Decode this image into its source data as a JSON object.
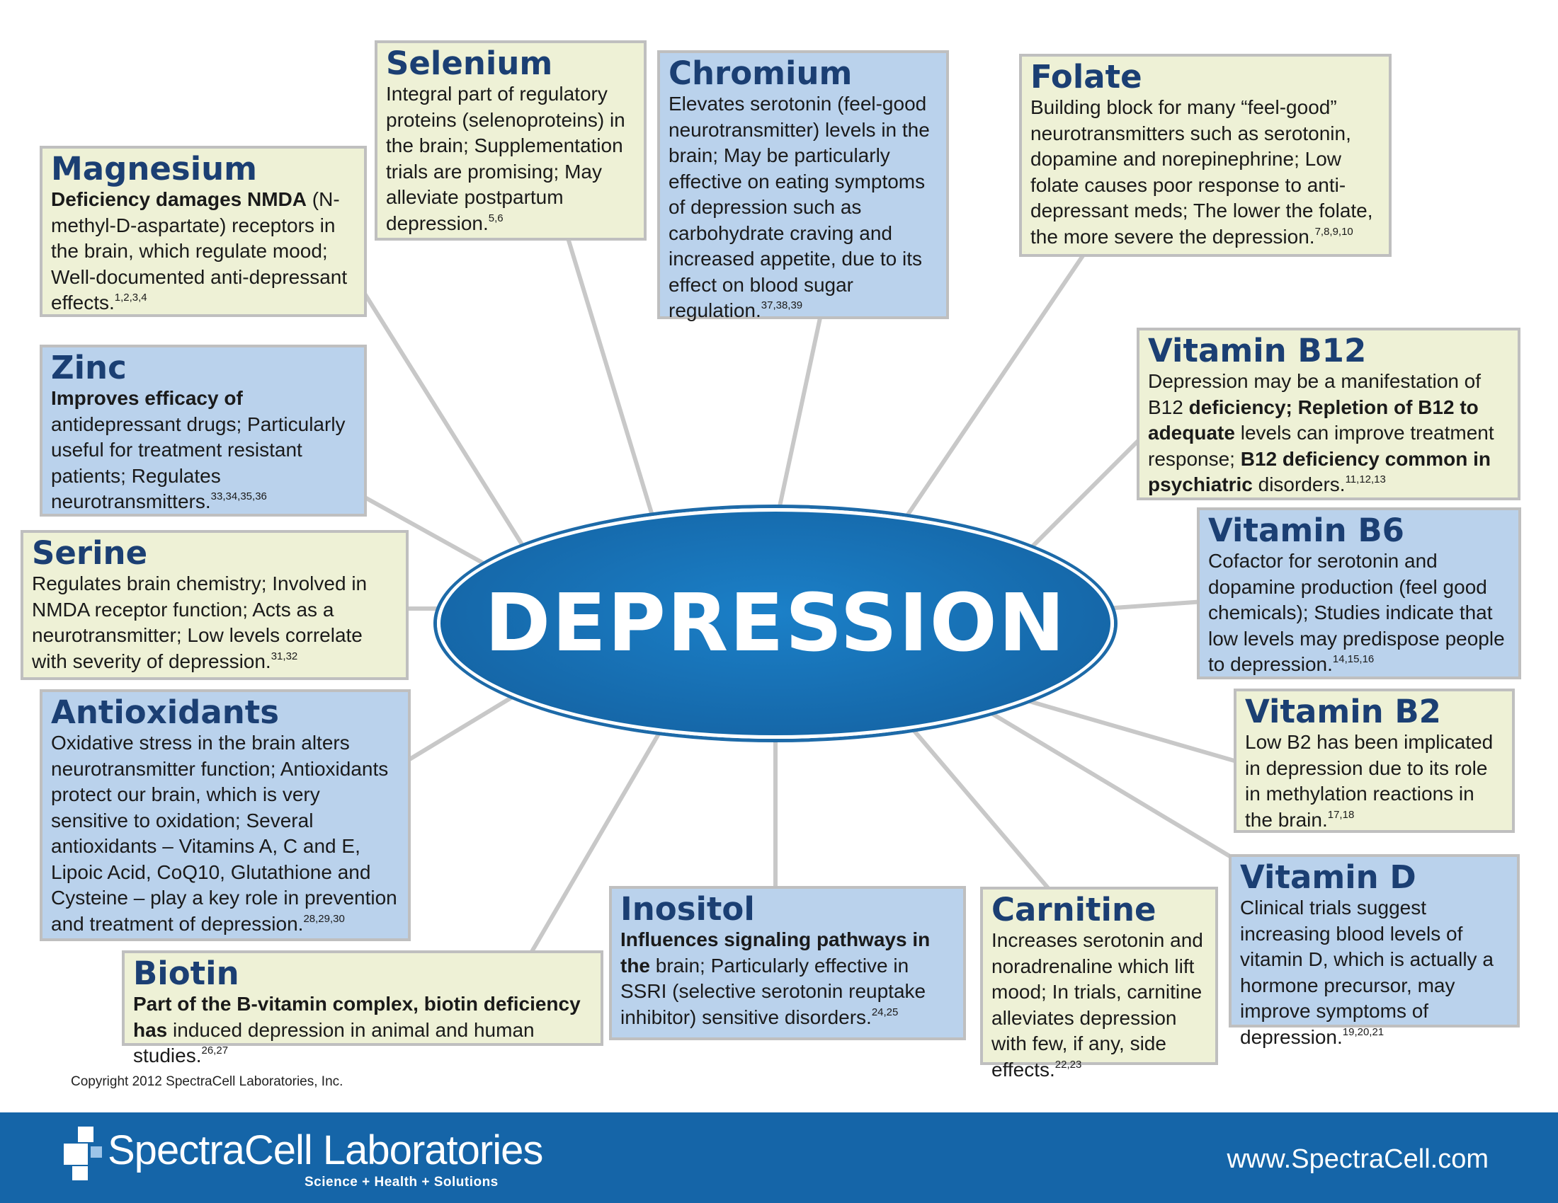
{
  "hub": {
    "label": "DEPRESSION"
  },
  "nodes": {
    "magnesium": {
      "title": "Magnesium",
      "bold": "Deficiency damages NMDA",
      "text": "(N-methyl-D-aspartate) receptors in the brain, which regulate mood; Well-documented anti-depressant effects.",
      "refs": "1,2,3,4"
    },
    "selenium": {
      "title": "Selenium",
      "text": "Integral part of regulatory proteins (selenoproteins) in the brain; Supplementation trials are promising; May alleviate postpartum depression.",
      "refs": "5,6"
    },
    "chromium": {
      "title": "Chromium",
      "text": "Elevates serotonin (feel-good neurotransmitter) levels in the brain; May be particularly effective on eating symptoms of depression such as carbohydrate craving and increased appetite, due to its effect on blood sugar regulation.",
      "refs": "37,38,39"
    },
    "folate": {
      "title": "Folate",
      "text": "Building block for many “feel-good” neurotransmitters such as serotonin, dopamine and norepinephrine; Low folate causes poor response to anti-depressant meds; The lower the folate, the more severe the depression.",
      "refs": "7,8,9,10"
    },
    "vitamin_b12": {
      "title": "Vitamin B12",
      "text1": "Depression may be a manifestation of B12",
      "bold1": "deficiency; Repletion of B12 to adequate",
      "text2": "levels can improve treatment response;",
      "bold2": "B12 deficiency common in psychiatric",
      "text3": "disorders.",
      "refs": "11,12,13"
    },
    "zinc": {
      "title": "Zinc",
      "bold": "Improves efficacy of",
      "text": "antidepressant drugs; Particularly useful for treatment resistant patients; Regulates neurotransmitters.",
      "refs": "33,34,35,36"
    },
    "serine": {
      "title": "Serine",
      "text": "Regulates brain chemistry; Involved in NMDA receptor function; Acts as a neurotransmitter; Low levels correlate with severity of depression.",
      "refs": "31,32"
    },
    "vitamin_b6": {
      "title": "Vitamin B6",
      "text": "Cofactor for serotonin and dopamine production (feel good chemicals); Studies indicate that low levels may predispose people to depression.",
      "refs": "14,15,16"
    },
    "antioxidants": {
      "title": "Antioxidants",
      "text": "Oxidative stress in the brain alters neurotransmitter function; Antioxidants protect our brain, which is very sensitive to oxidation; Several antioxidants – Vitamins A, C and E, Lipoic Acid, CoQ10, Glutathione and Cysteine – play a key role in prevention and treatment of depression.",
      "refs": "28,29,30"
    },
    "vitamin_b2": {
      "title": "Vitamin B2",
      "text": "Low B2 has been implicated in depression due to its role in methylation reactions in the brain.",
      "refs": "17,18"
    },
    "biotin": {
      "title": "Biotin",
      "bold": "Part of the B-vitamin complex, biotin deficiency has",
      "text": "induced depression in animal and human studies.",
      "refs": "26,27"
    },
    "inositol": {
      "title": "Inositol",
      "bold": "Influences signaling pathways in the",
      "text": "brain; Particularly effective in SSRI (selective serotonin reuptake inhibitor) sensitive disorders.",
      "refs": "24,25"
    },
    "carnitine": {
      "title": "Carnitine",
      "text": "Increases serotonin and noradrenaline which lift mood; In trials, carnitine alleviates depression with few, if any, side effects.",
      "refs": "22,23"
    },
    "vitamin_d": {
      "title": "Vitamin D",
      "text": "Clinical trials suggest increasing blood levels of vitamin D, which is actually a hormone precursor, may improve symptoms of depression.",
      "refs": "19,20,21"
    }
  },
  "footer": {
    "copyright": "Copyright 2012 SpectraCell Laboratories, Inc.",
    "brand": "SpectraCell Laboratories",
    "tagline": "Science + Health + Solutions",
    "url": "www.SpectraCell.com"
  },
  "colors": {
    "yellow_box": "#eef1d6",
    "blue_box": "#bad2ec",
    "title_text": "#1b3f73",
    "hub_fill": "#1566a7",
    "footer_bar": "#1565a8",
    "connector": "#c8c8c8"
  }
}
